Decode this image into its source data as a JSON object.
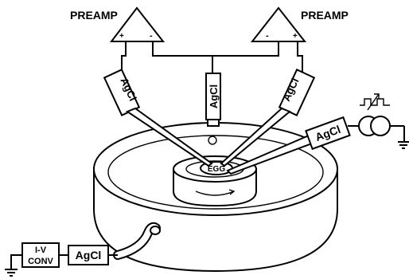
{
  "labels": {
    "preamp_left": "PREAMP",
    "preamp_right": "PREAMP",
    "electrode_left": "AgCl",
    "electrode_center": "AgCl",
    "electrode_right": "AgCl",
    "electrode_stim": "AgCl",
    "electrode_ground": "AgCl",
    "converter_top": "I-V",
    "converter_bottom": "CONV",
    "egg": "EGG"
  },
  "signs": {
    "plus": "+",
    "minus": "-"
  }
}
